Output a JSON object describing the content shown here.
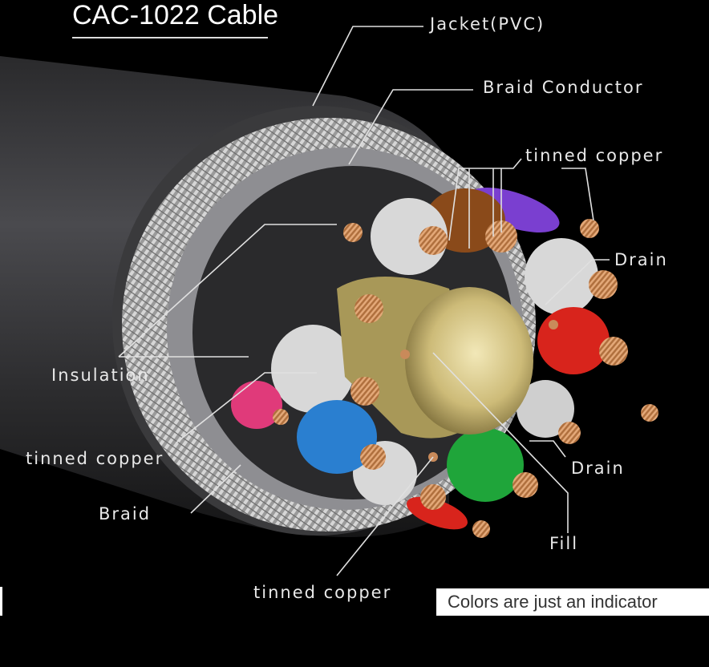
{
  "title": "CAC-1022 Cable",
  "labels": {
    "jacket": "Jacket(PVC)",
    "braid_conductor": "Braid Conductor",
    "tinned_copper_top": "tinned copper",
    "drain_top": "Drain",
    "insulation": "Insulation",
    "tinned_copper_left": "tinned copper",
    "braid": "Braid",
    "drain_bottom": "Drain",
    "fill": "Fill",
    "tinned_copper_bottom": "tinned copper"
  },
  "note": "Colors are just an indicator",
  "colors": {
    "background": "#000000",
    "jacket": "#3a3a3c",
    "braid": "#bdbdbd",
    "fill": "#d8c98a",
    "copper": "#c98a5a",
    "red": "#d8241c",
    "blue": "#2a7fd0",
    "green": "#1fa53a",
    "purple": "#7a3fd0",
    "pink": "#e03a7a",
    "brown": "#8a4a1a",
    "white_insulation": "#d8d8d8"
  }
}
